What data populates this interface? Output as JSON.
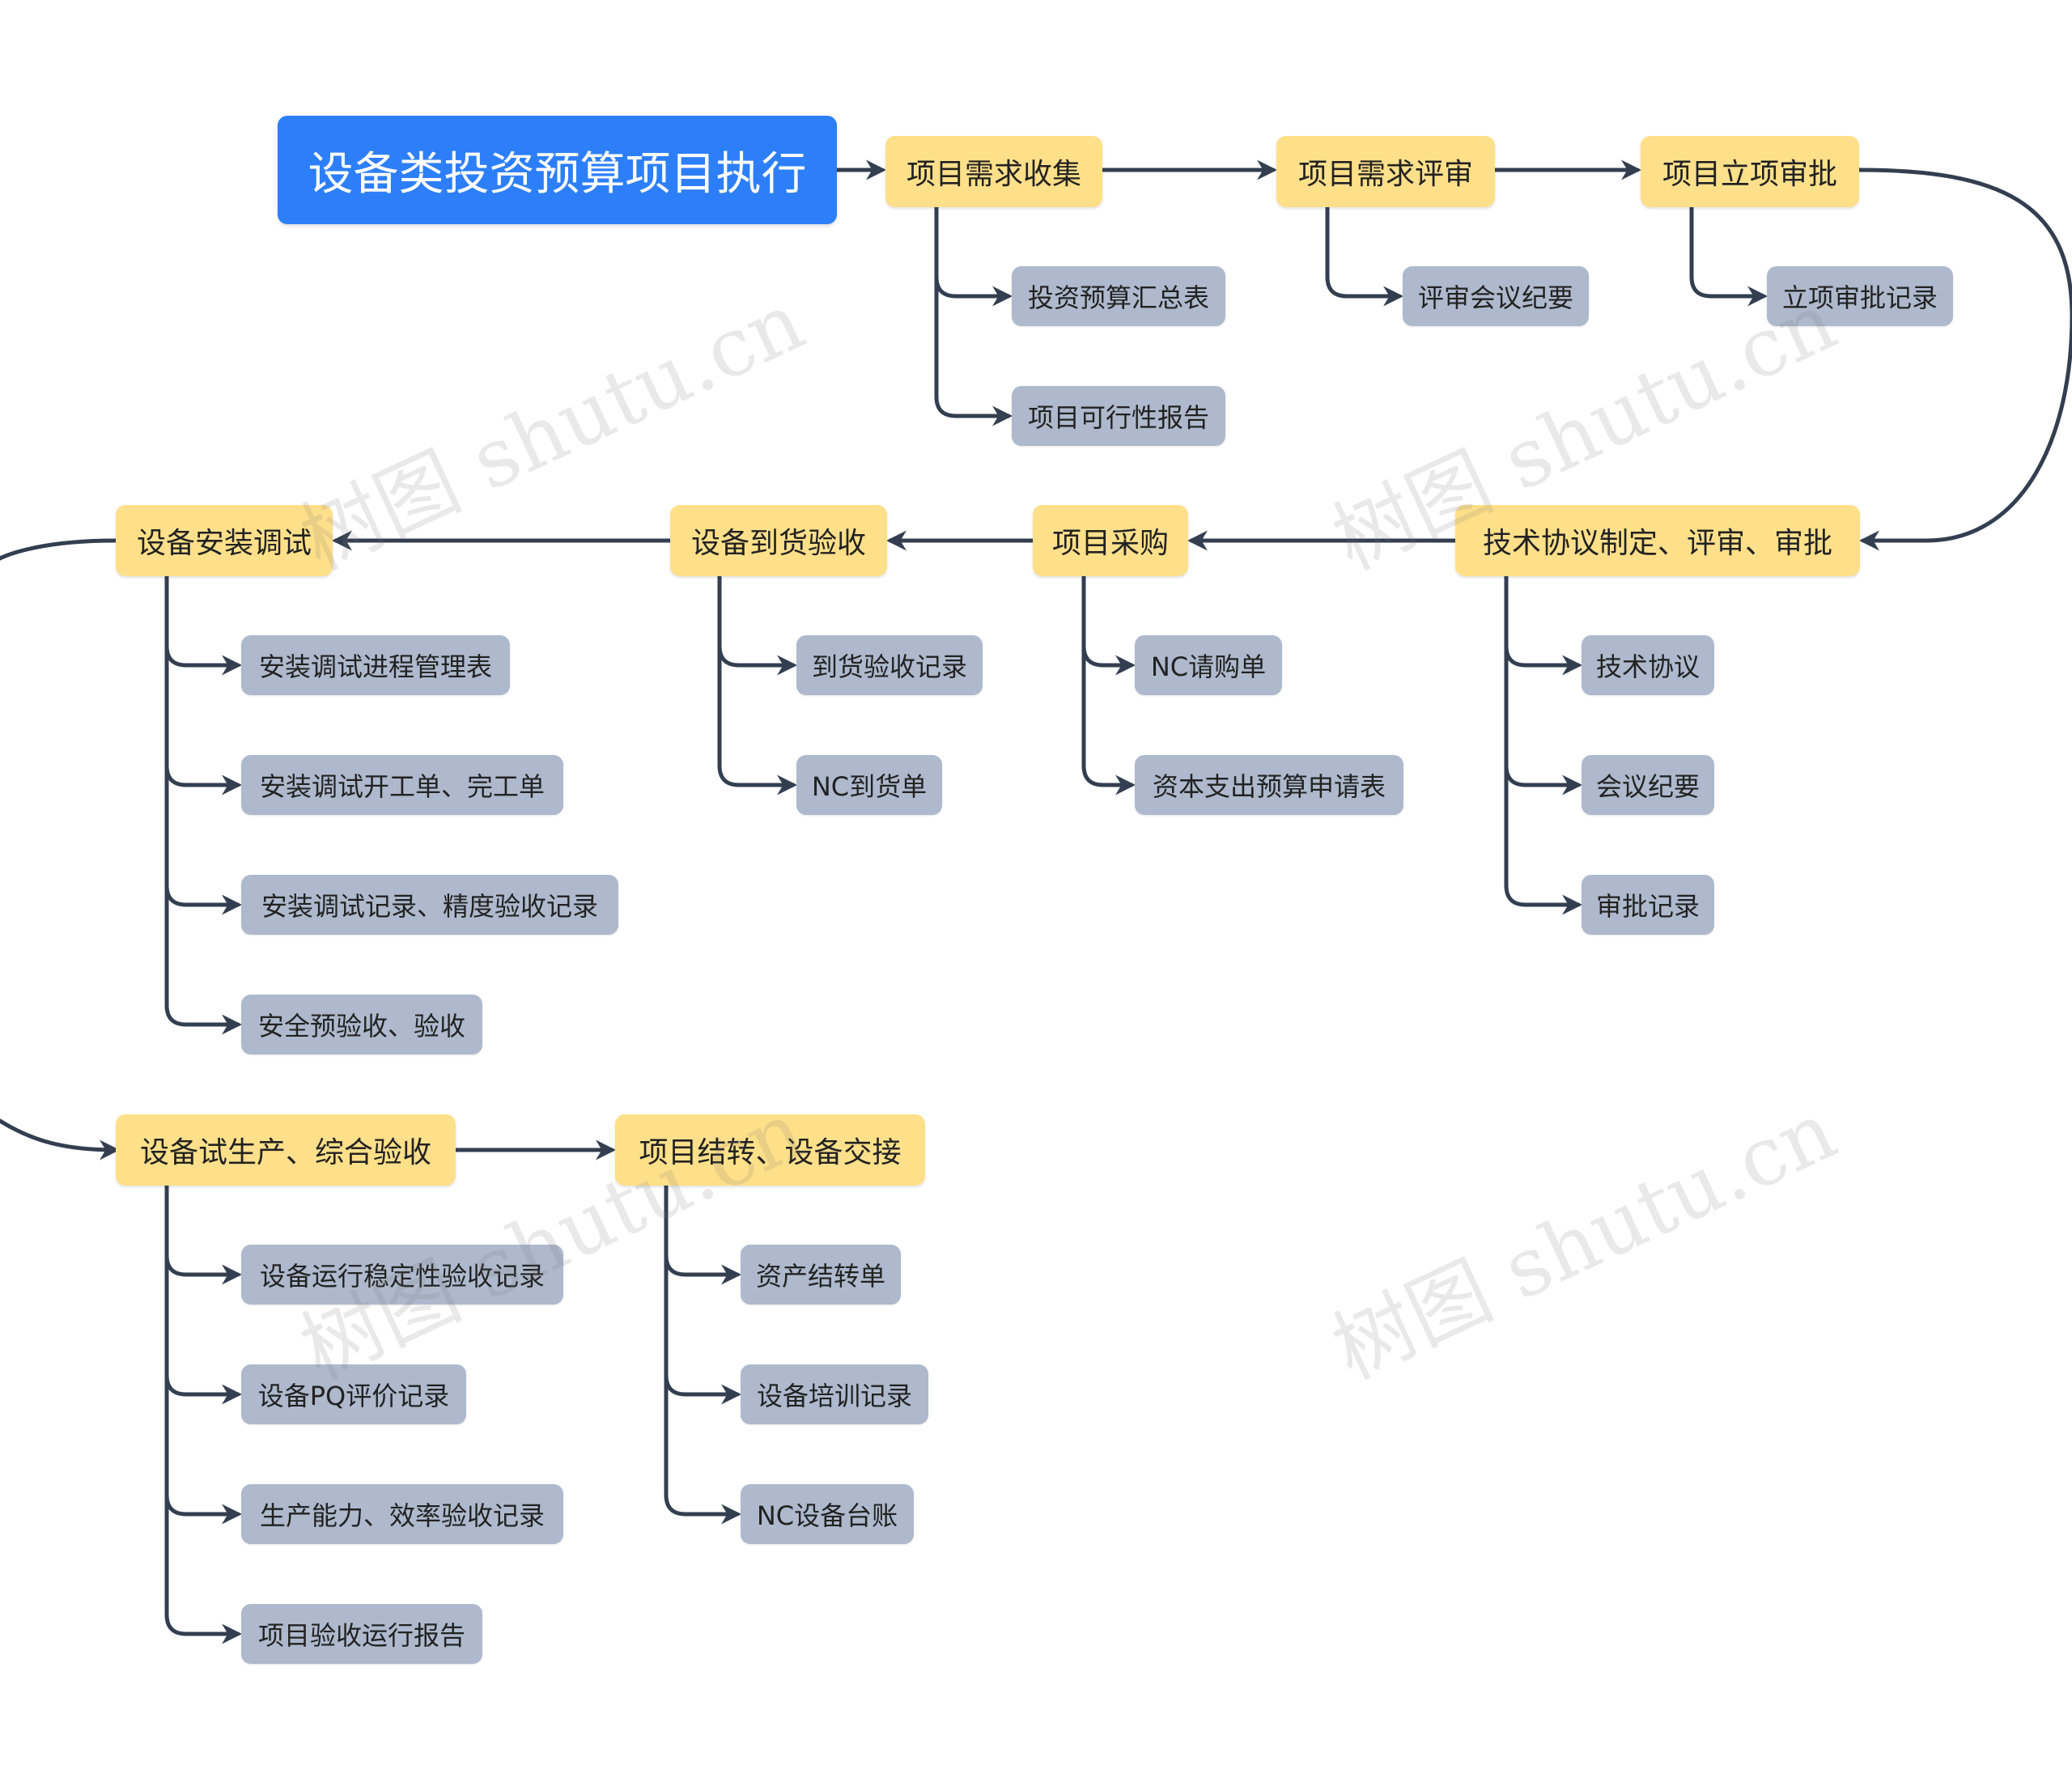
{
  "title": "设备类投资预算项目执行",
  "steps": [
    {
      "label": "项目需求收集",
      "items": [
        "投资预算汇总表",
        "项目可行性报告"
      ]
    },
    {
      "label": "项目需求评审",
      "items": [
        "评审会议纪要"
      ]
    },
    {
      "label": "项目立项审批",
      "items": [
        "立项审批记录"
      ]
    },
    {
      "label": "技术协议制定、评审、审批",
      "items": [
        "技术协议",
        "会议纪要",
        "审批记录"
      ]
    },
    {
      "label": "项目采购",
      "items": [
        "NC请购单",
        "资本支出预算申请表"
      ]
    },
    {
      "label": "设备到货验收",
      "items": [
        "到货验收记录",
        "NC到货单"
      ]
    },
    {
      "label": "设备安装调试",
      "items": [
        "安装调试进程管理表",
        "安装调试开工单、完工单",
        "安装调试记录、精度验收记录",
        "安全预验收、验收"
      ]
    },
    {
      "label": "设备试生产、综合验收",
      "items": [
        "设备运行稳定性验收记录",
        "设备PQ评价记录",
        "生产能力、效率验收记录",
        "项目验收运行报告"
      ]
    },
    {
      "label": "项目结转、设备交接",
      "items": [
        "资产结转单",
        "设备培训记录",
        "NC设备台账"
      ]
    }
  ],
  "watermark": "树图 shutu.cn",
  "colors": {
    "root": "#2d7ff9",
    "step": "#ffe08a",
    "leaf": "#aeb9cd",
    "connector": "#333f50"
  }
}
